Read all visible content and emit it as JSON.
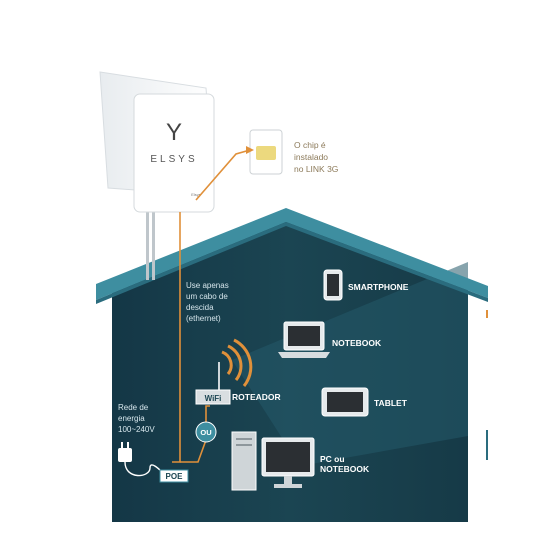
{
  "antenna": {
    "brand": "ELSYS",
    "logo_letter": "Y",
    "small_mark": "Elsys"
  },
  "chip_note": [
    "O chip é",
    "instalado",
    "no LINK 3G"
  ],
  "cable_note": [
    "Use apenas",
    "um cabo de",
    "descida",
    "(ethernet)"
  ],
  "power_note": [
    "Rede de",
    "energia",
    "100~240V"
  ],
  "poe_label": "POE",
  "ou_label": "OU",
  "router": {
    "badge": "WiFi",
    "label": "ROTEADOR"
  },
  "devices": {
    "smartphone": "SMARTPHONE",
    "notebook": "NOTEBOOK",
    "tablet": "TABLET",
    "pc": [
      "PC ou",
      "NOTEBOOK"
    ]
  },
  "colors": {
    "wall": "#163b49",
    "roof": "#3e8ea0",
    "cable": "#e0903a",
    "chip": "#ecd97e"
  }
}
